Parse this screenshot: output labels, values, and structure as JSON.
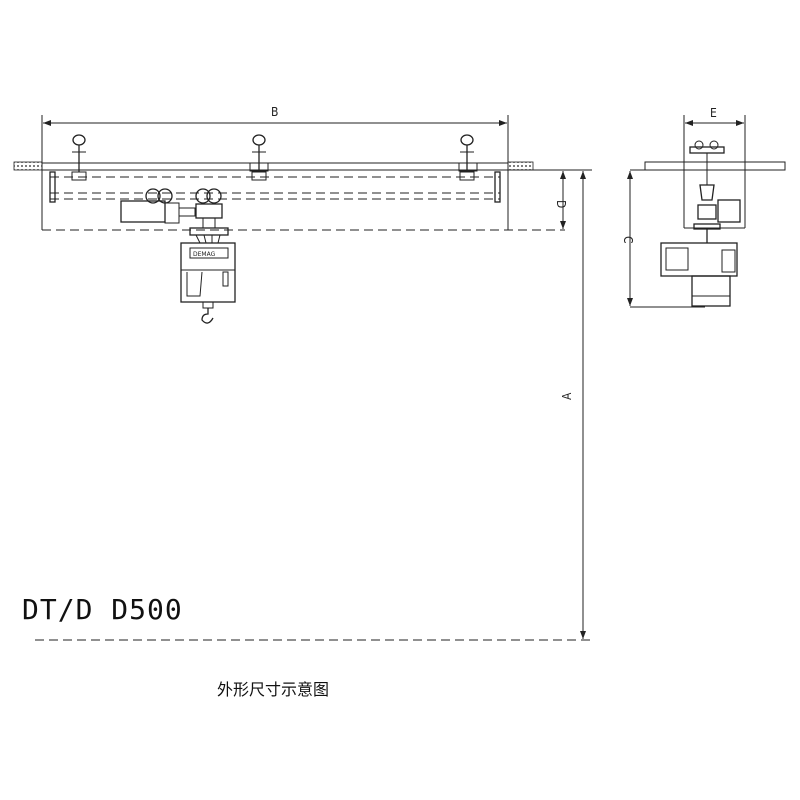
{
  "drawing": {
    "model_title": "DT/D D500",
    "caption": "外形尺寸示意图",
    "dimensions": {
      "A": "A",
      "B": "B",
      "C": "C",
      "D": "D",
      "E": "E"
    },
    "hoist_logo": "DEMAG"
  }
}
